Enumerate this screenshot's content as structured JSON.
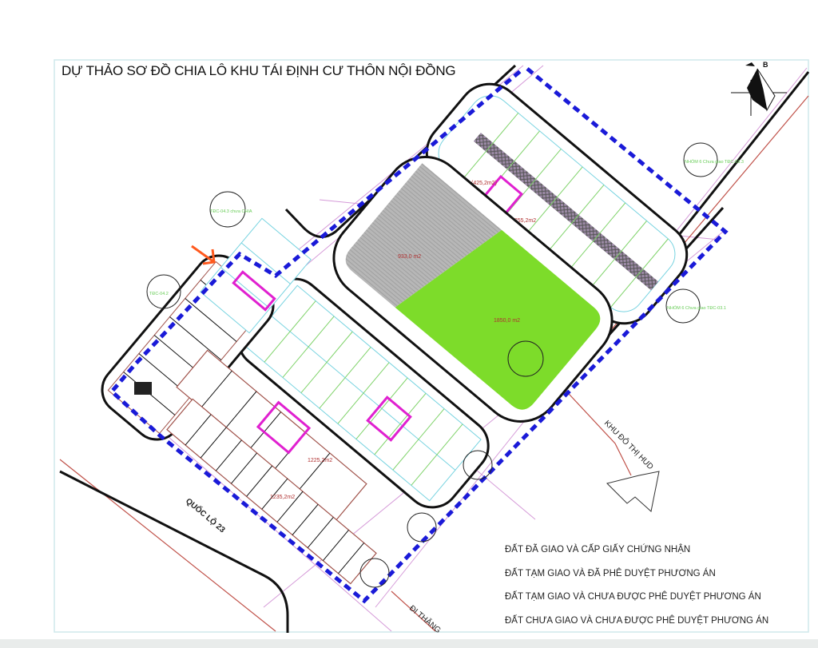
{
  "title": "DỰ THẢO SƠ ĐỒ CHIA LÔ KHU TÁI ĐỊNH CƯ THÔN NỘI ĐỒNG",
  "north_label": "B",
  "roads": {
    "national_road": "QUỐC LỘ 23",
    "to_thang": "ĐI THĂNG",
    "hud": "KHU ĐÔ THỊ HUD"
  },
  "areas": {
    "gray_area": "933,0 m2",
    "green_area": "1850,0 m2",
    "ne_block_area": "1255,2m2",
    "ne_lot_area": "(425,2m2)",
    "south_block_area_1": "1225,2m2",
    "south_block_area_2": "1235,2m2"
  },
  "group_labels": {
    "west": "TĐC-04.2",
    "northwest": "TĐC-04.3 chưa CHIA",
    "northeast": "NHÓM 6 Chưa giao TĐC-03.3",
    "east": "NHÓM 6 Chưa giao TĐC-03.1"
  },
  "legend": [
    "ĐẤT ĐÃ GIAO VÀ CẤP GIẤY CHỨNG NHẬN",
    "ĐẤT TẠM GIAO VÀ ĐÃ PHÊ DUYỆT PHƯƠNG ÁN",
    "ĐẤT TẠM GIAO VÀ CHƯA ĐƯỢC PHÊ DUYỆT PHƯƠNG ÁN",
    "ĐẤT CHƯA GIAO VÀ CHƯA ĐƯỢC PHÊ DUYỆT PHƯƠNG ÁN"
  ],
  "colors": {
    "boundary": "#1a1ad8",
    "highlight": "#e020d0",
    "green_area": "#7ddc2a",
    "gray_area": "#b3b3b3",
    "lot_text": "#66cc55",
    "arrow": "#ff5a1f"
  }
}
